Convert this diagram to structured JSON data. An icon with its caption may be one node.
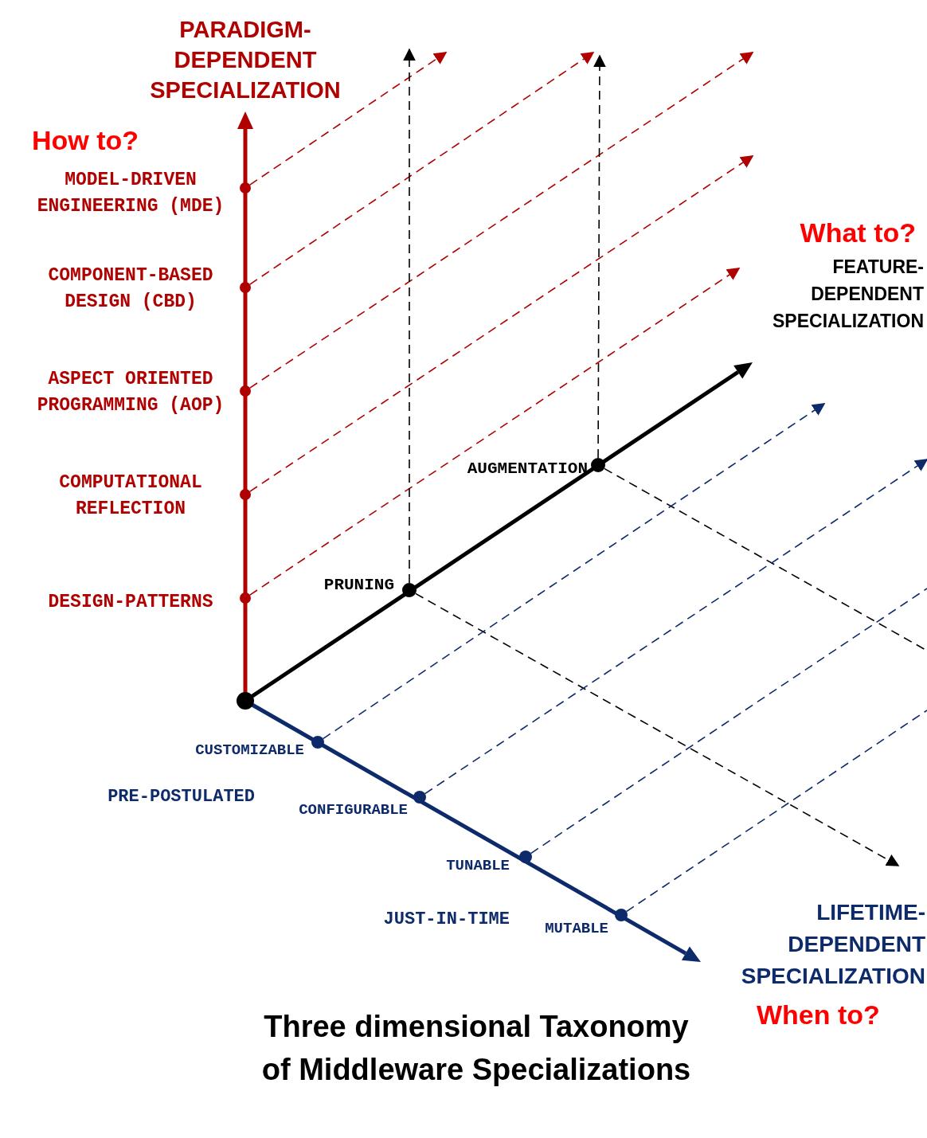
{
  "diagram": {
    "title": "Three dimensional Taxonomy of Middleware Specializations",
    "nodes": [
      {
        "text": [],
        "shape": "circle"
      },
      {
        "text": [],
        "shape": "circle",
        "beside": [
          "MODEL-DRIVEN ENGINEERING (MDE)"
        ]
      },
      {
        "text": [],
        "shape": "circle",
        "beside": [
          "COMPONENT-BASED DESIGN (CBD)"
        ]
      },
      {
        "text": [],
        "shape": "circle",
        "beside": [
          "ASPECT ORIENTED PROGRAMMING (AOP)"
        ]
      },
      {
        "text": [],
        "shape": "circle",
        "beside": [
          "COMPUTATIONAL REFLECTION"
        ]
      },
      {
        "text": [],
        "shape": "circle",
        "beside": [
          "DESIGN-PATTERNS"
        ]
      },
      {
        "text": [],
        "shape": "circle",
        "beside": [
          "PRUNING"
        ]
      },
      {
        "text": [],
        "shape": "circle",
        "beside": [
          "AUGMENTATION"
        ]
      },
      {
        "text": [],
        "shape": "circle",
        "beside": [
          "CUSTOMIZABLE"
        ]
      },
      {
        "text": [],
        "shape": "circle",
        "beside": [
          "CONFIGURABLE"
        ]
      },
      {
        "text": [],
        "shape": "circle",
        "beside": [
          "TUNABLE"
        ]
      },
      {
        "text": [],
        "shape": "circle",
        "beside": [
          "MUTABLE"
        ]
      }
    ],
    "edges": [
      {
        "from": 1,
        "to": null,
        "arrow": "to",
        "style": "dashed",
        "color": "#b00000"
      },
      {
        "from": 2,
        "to": null,
        "arrow": "to",
        "style": "dashed",
        "color": "#b00000"
      },
      {
        "from": 3,
        "to": null,
        "arrow": "to",
        "style": "dashed",
        "color": "#b00000"
      },
      {
        "from": 4,
        "to": null,
        "arrow": "to",
        "style": "dashed",
        "color": "#b00000"
      },
      {
        "from": 5,
        "to": null,
        "arrow": "to",
        "style": "dashed",
        "color": "#b00000"
      },
      {
        "from": 6,
        "to": null,
        "arrow": "to",
        "style": "dashed",
        "color": "#000000"
      },
      {
        "from": 7,
        "to": null,
        "arrow": "to",
        "style": "dashed",
        "color": "#000000"
      },
      {
        "from": 6,
        "to": null,
        "arrow": "to",
        "style": "dashed",
        "color": "#000000"
      },
      {
        "from": 7,
        "to": null,
        "arrow": "none",
        "style": "dashed",
        "color": "#000000"
      },
      {
        "from": 8,
        "to": null,
        "arrow": "to",
        "style": "dashed",
        "color": "#0d2a6b"
      },
      {
        "from": 9,
        "to": null,
        "arrow": "to",
        "style": "dashed",
        "color": "#0d2a6b"
      },
      {
        "from": 10,
        "to": null,
        "arrow": "none",
        "style": "dashed",
        "color": "#0d2a6b"
      },
      {
        "from": 11,
        "to": null,
        "arrow": "none",
        "style": "dashed",
        "color": "#0d2a6b"
      }
    ],
    "labels": [
      "PARADIGM- DEPENDENT SPECIALIZATION",
      "How to?",
      "What to?",
      "FEATURE- DEPENDENT SPECIALIZATION",
      "PRE-POSTULATED",
      "JUST-IN-TIME",
      "LIFETIME- DEPENDENT SPECIALIZATION",
      "When to?"
    ]
  }
}
